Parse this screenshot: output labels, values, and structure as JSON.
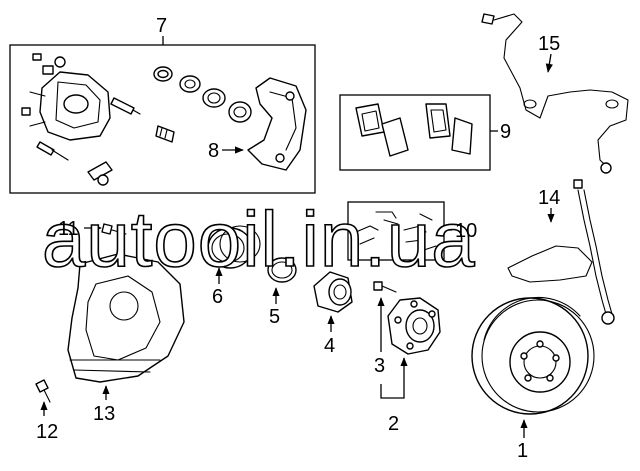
{
  "diagram": {
    "callouts": [
      {
        "id": "c1",
        "label": "1"
      },
      {
        "id": "c2",
        "label": "2"
      },
      {
        "id": "c3",
        "label": "3"
      },
      {
        "id": "c4",
        "label": "4"
      },
      {
        "id": "c5",
        "label": "5"
      },
      {
        "id": "c6",
        "label": "6"
      },
      {
        "id": "c7",
        "label": "7"
      },
      {
        "id": "c8",
        "label": "8"
      },
      {
        "id": "c9",
        "label": "9"
      },
      {
        "id": "c10",
        "label": "10"
      },
      {
        "id": "c11",
        "label": "11"
      },
      {
        "id": "c12",
        "label": "12"
      },
      {
        "id": "c13",
        "label": "13"
      },
      {
        "id": "c14",
        "label": "14"
      },
      {
        "id": "c15",
        "label": "15"
      }
    ],
    "watermark": "autooil.in.ua"
  }
}
